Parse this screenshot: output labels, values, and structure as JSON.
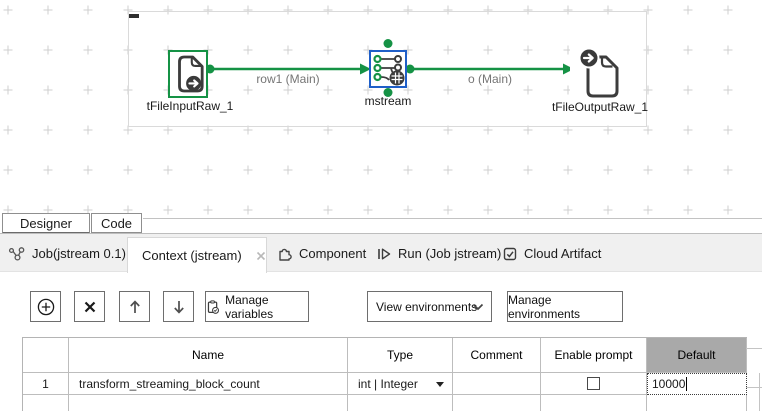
{
  "canvas": {
    "nodes": [
      {
        "label": "tFileInputRaw_1"
      },
      {
        "label": "mstream"
      },
      {
        "label": "tFileOutputRaw_1"
      }
    ],
    "connections": [
      {
        "label": "row1 (Main)"
      },
      {
        "label": "o (Main)"
      }
    ]
  },
  "view_tabs": {
    "designer": "Designer",
    "code": "Code"
  },
  "panel_tabs": [
    {
      "label": "Job(jstream 0.1)"
    },
    {
      "label": "Context (jstream)"
    },
    {
      "label": "Component"
    },
    {
      "label": "Run (Job jstream)"
    },
    {
      "label": "Cloud Artifact"
    }
  ],
  "toolbar": {
    "manage_variables": "Manage variables",
    "view_environments": "View environments",
    "manage_environments": "Manage environments"
  },
  "table": {
    "columns": [
      "Name",
      "Type",
      "Comment",
      "Enable prompt",
      "Default"
    ],
    "selected_column": "Default",
    "rows": [
      {
        "index": "1",
        "name": "transform_streaming_block_count",
        "type": "int | Integer",
        "comment": "",
        "enable_prompt": false,
        "default": "10000"
      }
    ]
  },
  "colors": {
    "accent_green": "#159245",
    "selection_blue": "#1f5fc8",
    "selected_header_bg": "#a9a9a9",
    "grid_mark": "#cfcfcf"
  }
}
